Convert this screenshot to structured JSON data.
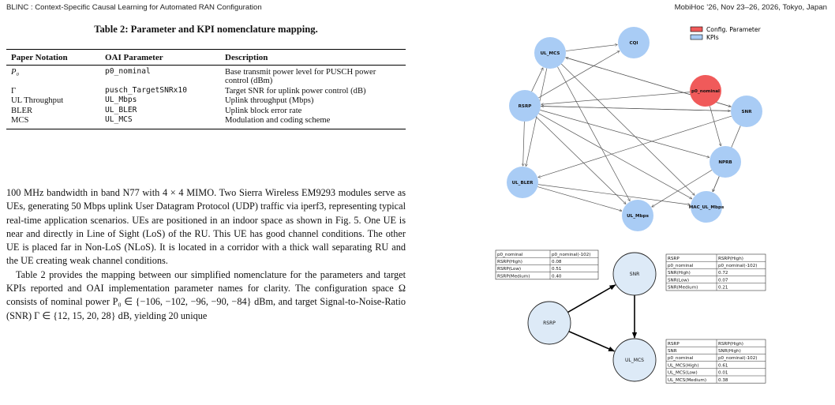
{
  "header": {
    "left": "BLINC : Context-Specific Causal Learning for Automated RAN Configuration",
    "right": "MobiHoc ’26, Nov 23–26, 2026, Tokyo, Japan"
  },
  "table": {
    "caption": "Table 2: Parameter and KPI nomenclature mapping.",
    "columns": [
      "Paper Notation",
      "OAI Parameter",
      "Description"
    ],
    "rows": [
      {
        "notation": "P₀",
        "param": "p0_nominal",
        "desc": "Base transmit power level for PUSCH power control (dBm)"
      },
      {
        "notation": "Γ",
        "param": "pusch_TargetSNRx10",
        "desc": "Target SNR for uplink power control (dB)"
      },
      {
        "notation": "UL Throughput",
        "param": "UL_Mbps",
        "desc": "Uplink throughput (Mbps)"
      },
      {
        "notation": "BLER",
        "param": "UL_BLER",
        "desc": "Uplink block error rate"
      },
      {
        "notation": "MCS",
        "param": "UL_MCS",
        "desc": "Modulation and coding scheme"
      }
    ]
  },
  "body": {
    "p1": "100 MHz bandwidth in band N77 with 4 × 4 MIMO. Two Sierra Wireless EM9293 modules serve as UEs, generating 50 Mbps uplink User Datagram Protocol (UDP) traffic via iperf3, representing typical real-time application scenarios. UEs are positioned in an indoor space as shown in Fig. 5. One UE is near and directly in Line of Sight (LoS) of the RU. This UE has good channel conditions. The other UE is placed far in Non-LoS (NLoS). It is located in a corridor with a thick wall separating RU and the UE creating weak channel conditions.",
    "p2": "Table 2 provides the mapping between our simplified nomenclature for the parameters and target KPIs reported and OAI implementation parameter names for clarity. The configuration space Ω consists of nominal power P₀ ∈ {−106, −102, −96, −90, −84} dBm, and target Signal-to-Noise-Ratio (SNR) Γ ∈ {12, 15, 20, 28} dB, yielding 20 unique"
  },
  "graph": {
    "legend": [
      {
        "label": "Config. Parameter",
        "color": "#f05a5a"
      },
      {
        "label": "KPIs",
        "color": "#a9ccf5"
      }
    ],
    "colors": {
      "kpi": "#a9ccf5",
      "param": "#f05a5a",
      "edge": "#555555"
    },
    "nodes": [
      {
        "id": "UL_MCS",
        "kind": "kpi"
      },
      {
        "id": "CQI",
        "kind": "kpi"
      },
      {
        "id": "RSRP",
        "kind": "kpi"
      },
      {
        "id": "p0_nominal",
        "kind": "param"
      },
      {
        "id": "SNR",
        "kind": "kpi"
      },
      {
        "id": "NPRB",
        "kind": "kpi"
      },
      {
        "id": "UL_BLER",
        "kind": "kpi"
      },
      {
        "id": "MAC_UL_Mbps",
        "kind": "kpi"
      },
      {
        "id": "UL_Mbps",
        "kind": "kpi"
      }
    ],
    "edges": [
      [
        "UL_MCS",
        "CQI"
      ],
      [
        "UL_MCS",
        "SNR"
      ],
      [
        "UL_MCS",
        "UL_BLER"
      ],
      [
        "UL_MCS",
        "UL_Mbps"
      ],
      [
        "UL_MCS",
        "MAC_UL_Mbps"
      ],
      [
        "RSRP",
        "UL_MCS"
      ],
      [
        "RSRP",
        "CQI"
      ],
      [
        "RSRP",
        "SNR"
      ],
      [
        "RSRP",
        "NPRB"
      ],
      [
        "RSRP",
        "UL_BLER"
      ],
      [
        "RSRP",
        "UL_Mbps"
      ],
      [
        "RSRP",
        "MAC_UL_Mbps"
      ],
      [
        "p0_nominal",
        "RSRP"
      ],
      [
        "p0_nominal",
        "NPRB"
      ],
      [
        "SNR",
        "UL_MCS"
      ],
      [
        "SNR",
        "RSRP"
      ],
      [
        "SNR",
        "UL_BLER"
      ],
      [
        "SNR",
        "MAC_UL_Mbps"
      ],
      [
        "NPRB",
        "UL_Mbps"
      ],
      [
        "NPRB",
        "MAC_UL_Mbps"
      ],
      [
        "UL_BLER",
        "UL_Mbps"
      ],
      [
        "UL_BLER",
        "MAC_UL_Mbps"
      ]
    ]
  },
  "subgraph": {
    "nodes": [
      {
        "id": "SNR",
        "label": "SNR"
      },
      {
        "id": "RSRP",
        "label": "RSRP"
      },
      {
        "id": "UL_MCS",
        "label": "UL_MCS"
      }
    ],
    "edges": [
      [
        "RSRP",
        "SNR"
      ],
      [
        "SNR",
        "UL_MCS"
      ],
      [
        "RSRP",
        "UL_MCS"
      ]
    ],
    "tables": [
      {
        "id": "rsrp",
        "rows": [
          [
            "p0_nominal",
            "p0_nominal(-102)"
          ],
          [
            "RSRP(High)",
            "0.08"
          ],
          [
            "RSRP(Low)",
            "0.51"
          ],
          [
            "RSRP(Medium)",
            "0.40"
          ]
        ]
      },
      {
        "id": "snr",
        "rows": [
          [
            "RSRP",
            "RSRP(High)"
          ],
          [
            "p0_nominal",
            "p0_nominal(-102)"
          ],
          [
            "SNR(High)",
            "0.72"
          ],
          [
            "SNR(Low)",
            "0.07"
          ],
          [
            "SNR(Medium)",
            "0.21"
          ]
        ]
      },
      {
        "id": "mcs",
        "rows": [
          [
            "RSRP",
            "RSRP(High)"
          ],
          [
            "SNR",
            "SNR(High)"
          ],
          [
            "p0_nominal",
            "p0_nominal(-102)"
          ],
          [
            "UL_MCS(High)",
            "0.61"
          ],
          [
            "UL_MCS(Low)",
            "0.01"
          ],
          [
            "UL_MCS(Medium)",
            "0.38"
          ]
        ]
      }
    ]
  }
}
